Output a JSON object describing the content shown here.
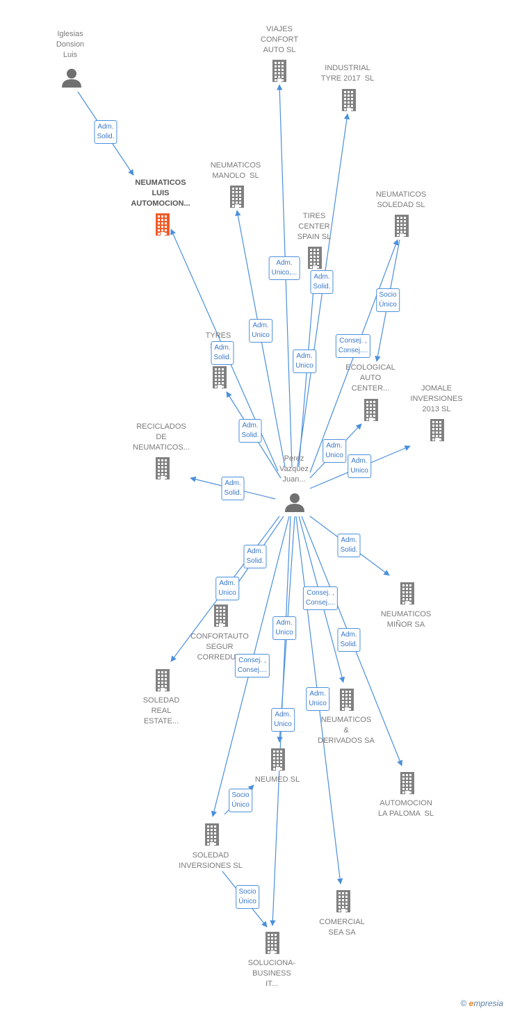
{
  "nodes": [
    {
      "id": "iglesias",
      "label": "Iglesias\nDonsion\nLuis",
      "type": "person"
    },
    {
      "id": "viajes",
      "label": "VIAJES\nCONFORT\nAUTO SL",
      "type": "company"
    },
    {
      "id": "industrial",
      "label": "INDUSTRIAL\nTYRE 2017  SL",
      "type": "company"
    },
    {
      "id": "nla",
      "label": "NEUMATICOS\nLUIS\nAUTOMOCION...",
      "type": "company-main"
    },
    {
      "id": "manolo",
      "label": "NEUMATICOS\nMANOLO  SL",
      "type": "company"
    },
    {
      "id": "soledad_sl",
      "label": "NEUMATICOS\nSOLEDAD SL",
      "type": "company"
    },
    {
      "id": "tires",
      "label": "TIRES\nCENTER\nSPAIN SL",
      "type": "company"
    },
    {
      "id": "tyres",
      "label": "TYRES\nSE...\nC...",
      "type": "company"
    },
    {
      "id": "ecological",
      "label": "ECOLOGICAL\nAUTO\nCENTER...",
      "type": "company"
    },
    {
      "id": "jomale",
      "label": "JOMALE\nINVERSIONES\n2013 SL",
      "type": "company"
    },
    {
      "id": "reciclados",
      "label": "RECICLADOS\nDE\nNEUMATICOS...",
      "type": "company"
    },
    {
      "id": "perez",
      "label": "Perez\nVazquez\nJuan...",
      "type": "person"
    },
    {
      "id": "minor",
      "label": "NEUMATICOS\nMIÑOR SA",
      "type": "company"
    },
    {
      "id": "confortauto",
      "label": "CONFORTAUTO\nSEGUR\nCORREDU...",
      "type": "company"
    },
    {
      "id": "soledad_real",
      "label": "SOLEDAD\nREAL\nESTATE...",
      "type": "company"
    },
    {
      "id": "derivados",
      "label": "NEUMATICOS\n&\nDERIVADOS SA",
      "type": "company"
    },
    {
      "id": "neumed",
      "label": "NEUMED SL",
      "type": "company"
    },
    {
      "id": "paloma",
      "label": "AUTOMOCION\nLA PALOMA  SL",
      "type": "company"
    },
    {
      "id": "soledad_inv",
      "label": "SOLEDAD\nINVERSIONES SL",
      "type": "company"
    },
    {
      "id": "comercial",
      "label": "COMERCIAL\nSEA SA",
      "type": "company"
    },
    {
      "id": "soluciona",
      "label": "SOLUCIONA-\nBUSINESS\nIT...",
      "type": "company"
    }
  ],
  "edges": [
    {
      "from": "iglesias",
      "to": "nla",
      "label": "Adm.\nSolid."
    },
    {
      "from": "perez",
      "to": "viajes",
      "label": "Adm.\nUnico,..."
    },
    {
      "from": "perez",
      "to": "industrial",
      "label": "Adm.\nSolid."
    },
    {
      "from": "perez",
      "to": "manolo",
      "label": "Adm.\nUnico"
    },
    {
      "from": "perez",
      "to": "nla",
      "label": "Adm.\nSolid."
    },
    {
      "from": "perez",
      "to": "tires",
      "label": "Adm.\nUnico"
    },
    {
      "from": "perez",
      "to": "soledad_sl",
      "label": "Consej. ,\nConsej...."
    },
    {
      "from": "soledad_sl",
      "to": "ecological",
      "label": "Socio\nÚnico"
    },
    {
      "from": "perez",
      "to": "tyres",
      "label": "Adm.\nSolid."
    },
    {
      "from": "perez",
      "to": "ecological",
      "label": "Adm.\nUnico"
    },
    {
      "from": "perez",
      "to": "jomale",
      "label": "Adm.\nUnico"
    },
    {
      "from": "perez",
      "to": "reciclados",
      "label": "Adm.\nSolid."
    },
    {
      "from": "perez",
      "to": "minor",
      "label": "Adm.\nSolid."
    },
    {
      "from": "perez",
      "to": "confortauto",
      "label": "Adm.\nSolid."
    },
    {
      "from": "perez",
      "to": "soledad_real",
      "label": "Adm.\nUnico"
    },
    {
      "from": "perez",
      "to": "derivados",
      "label": "Consej. ,\nConsej...."
    },
    {
      "from": "perez",
      "to": "paloma",
      "label": "Adm.\nSolid."
    },
    {
      "from": "perez",
      "to": "neumed",
      "label": "Adm.\nUnico"
    },
    {
      "from": "perez",
      "to": "soledad_inv",
      "label": "Consej. ,\nConsej...."
    },
    {
      "from": "perez",
      "to": "comercial",
      "label": "Adm.\nUnico"
    },
    {
      "from": "perez",
      "to": "soluciona",
      "label": "Adm.\nUnico"
    },
    {
      "from": "soledad_inv",
      "to": "neumed",
      "label": "Socio\nÚnico"
    },
    {
      "from": "soledad_inv",
      "to": "soluciona",
      "label": "Socio\nÚnico"
    }
  ],
  "footer": {
    "copyright": "©",
    "brand_first": "e",
    "brand_rest": "mpresia"
  },
  "colors": {
    "edge": "#4a8fdc",
    "icon": "#808080",
    "highlight": "#f05a28",
    "person": "#707070"
  }
}
